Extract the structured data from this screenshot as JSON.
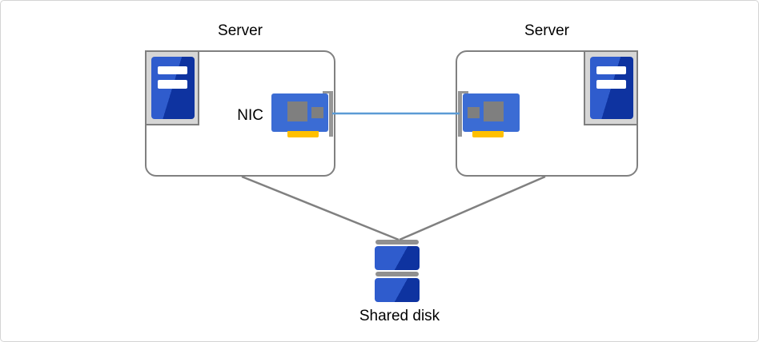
{
  "diagram": {
    "servers": [
      {
        "label": "Server",
        "nic_label": "NIC",
        "icons": [
          "server-tower-icon",
          "nic-card-icon"
        ]
      },
      {
        "label": "Server",
        "icons": [
          "nic-card-icon",
          "server-tower-icon"
        ]
      }
    ],
    "shared_disk": {
      "label": "Shared disk",
      "icon": "stacked-disk-icon"
    },
    "links": [
      {
        "name": "nic-interconnect-line",
        "color": "#5b9bd5"
      },
      {
        "name": "server-left-to-disk-line",
        "color": "#808080"
      },
      {
        "name": "server-right-to-disk-line",
        "color": "#808080"
      }
    ]
  },
  "colors": {
    "canvas-border": "#d4d4d4",
    "box-border": "#808080",
    "connector-gray": "#808080",
    "link-blue": "#5b9bd5",
    "nic-blue": "#3b6cd4",
    "chip-gray": "#7f7f7f",
    "nic-yellow": "#ffc000",
    "bracket-gray": "#969696",
    "tower-frame-fill": "#d6d6d6",
    "tower-frame-border": "#7f7f7f",
    "icon-blue-light": "#2f5ccd",
    "icon-blue-dark": "#0e33a0",
    "disk-bar-gray": "#909090",
    "text-color": "#000000"
  }
}
